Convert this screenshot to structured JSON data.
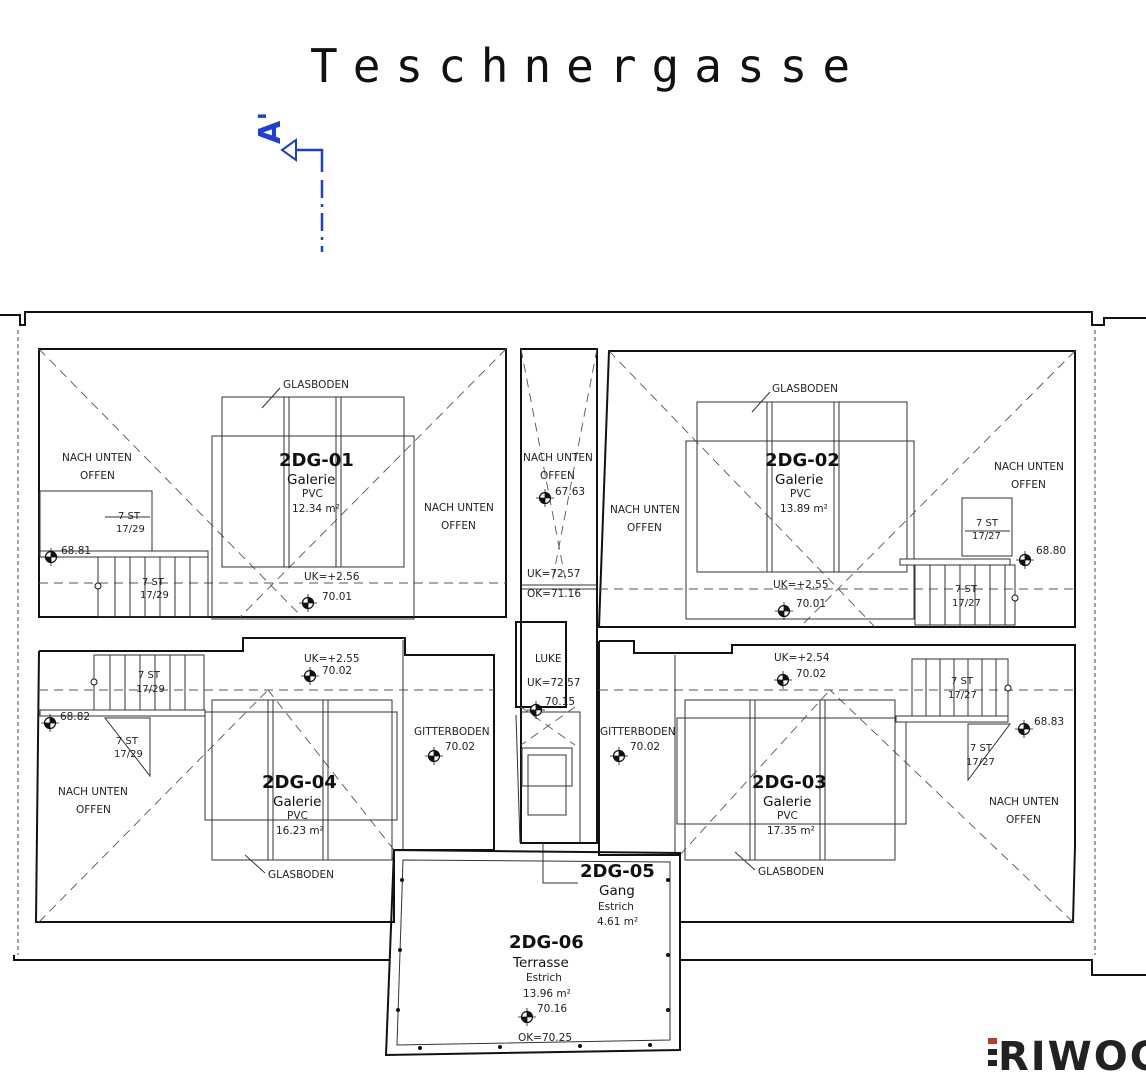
{
  "street_name": "Teschnergasse",
  "section_marker": "A'",
  "logo_text": "RIWOG",
  "colors": {
    "section_marker": "#1d3fd6",
    "lines": "#111111"
  },
  "rooms": {
    "r01": {
      "id": "2DG-01",
      "name": "Galerie",
      "material": "PVC",
      "area": "12.34 m²"
    },
    "r02": {
      "id": "2DG-02",
      "name": "Galerie",
      "material": "PVC",
      "area": "13.89 m²"
    },
    "r03": {
      "id": "2DG-03",
      "name": "Galerie",
      "material": "PVC",
      "area": "17.35 m²"
    },
    "r04": {
      "id": "2DG-04",
      "name": "Galerie",
      "material": "PVC",
      "area": "16.23 m²"
    },
    "r05": {
      "id": "2DG-05",
      "name": "Gang",
      "material": "Estrich",
      "area": "4.61 m²"
    },
    "r06": {
      "id": "2DG-06",
      "name": "Terrasse",
      "material": "Estrich",
      "area": "13.96 m²"
    }
  },
  "labels": {
    "glasboden": "GLASBODEN",
    "nach_unten": "NACH UNTEN",
    "offen": "OFFEN",
    "gitterboden": "GITTERBODEN",
    "luke": "LUKE",
    "stairs_7st": "7 ST",
    "stairs_1729": "17/29",
    "stairs_1727": "17/27"
  },
  "levels": {
    "l01": "70.01",
    "l02": "70.01",
    "l03": "70.02",
    "l04": "70.02",
    "gitter_left": "70.02",
    "gitter_right": "70.02",
    "corridor_top": "67.63",
    "corridor_mid": "70.15",
    "terrace": "70.16",
    "side_01": "68.81",
    "side_02": "68.80",
    "side_03": "68.83",
    "side_04": "68.82"
  },
  "heights": {
    "uk_01": "UK=+2.56",
    "uk_02": "UK=+2.55",
    "uk_03": "UK=+2.54",
    "uk_04": "UK=+2.55",
    "uk_corridor": "UK=72.57",
    "ok_corridor": "OK=71.16",
    "uk_luke": "UK=72.57",
    "ok_terrace": "OK=70.25"
  }
}
